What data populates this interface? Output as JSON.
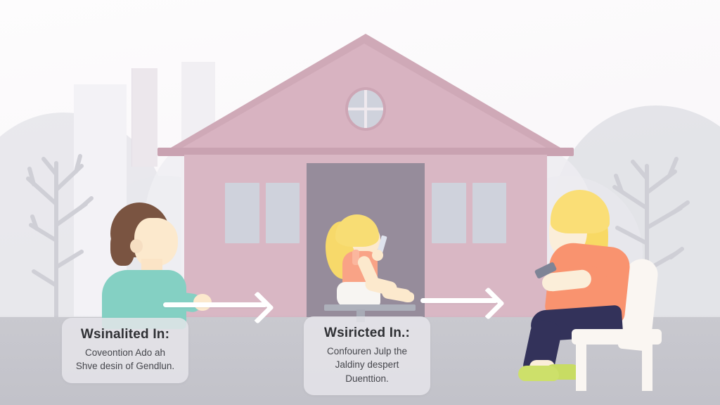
{
  "scene": {
    "title": "Illustration of children and adult with screens in front of a house",
    "background_color": "#faf8fa",
    "ground_color": "#c6c6cd"
  },
  "house": {
    "roof_color": "#cfa9b7",
    "wall_color": "#d9b7c4",
    "door_color": "#968c9b",
    "window_color": "#cfd2dc",
    "attic_window": "round-attic-window",
    "chimney_color": "#ece7ec"
  },
  "figures": [
    {
      "id": "boy",
      "name": "boy-standing",
      "hair_color": "#7a5441",
      "shirt_color": "#84d0c3",
      "skin_color": "#fce9cd"
    },
    {
      "id": "girl",
      "name": "girl-sitting-with-phone",
      "hair_color": "#f8dd74",
      "top_color": "#f9a386",
      "shorts_color": "#f7f5f2",
      "device": "smartphone"
    },
    {
      "id": "woman",
      "name": "woman-sitting-on-chair-with-phone",
      "hair_color": "#fade76",
      "top_color": "#f9936f",
      "pants_color": "#33325a",
      "shoe_color": "#cde06a",
      "chair_color": "#faf6f2",
      "device": "smartphone"
    }
  ],
  "arrows": [
    {
      "id": "arrow-1",
      "direction": "right",
      "color": "#ffffff"
    },
    {
      "id": "arrow-2",
      "direction": "right",
      "color": "#ffffff"
    }
  ],
  "cards": [
    {
      "id": "card-1",
      "title": "Wsinalited In:",
      "description": "Coveontion Ado ah Shve desin of Gendlun."
    },
    {
      "id": "card-2",
      "title": "Wsiricted In.:",
      "description": "Confouren Julp the Jaldiny despert Duenttion."
    }
  ],
  "trees": [
    {
      "id": "tree-left",
      "color": "#cfcfd6",
      "type": "bare-tree"
    },
    {
      "id": "tree-right",
      "color": "#cfcfd6",
      "type": "bare-tree"
    }
  ]
}
